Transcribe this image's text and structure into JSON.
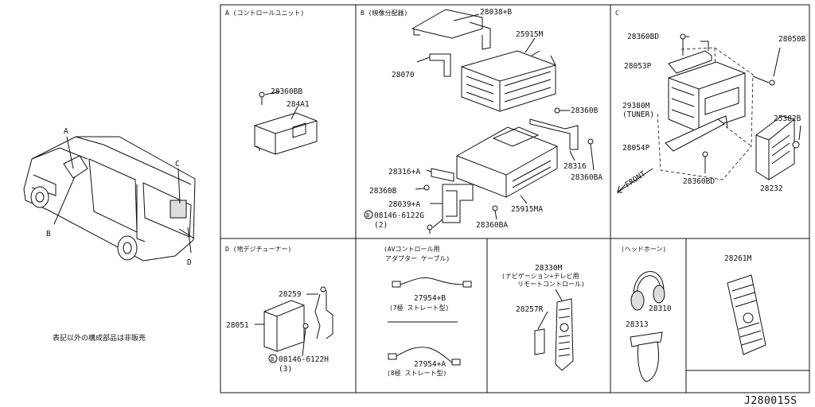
{
  "sections": {
    "a": {
      "header": "A (コントロールユニット)"
    },
    "b": {
      "header": "B (映像分配器)"
    },
    "c": {
      "header": "C"
    },
    "d": {
      "header": "D (地デジチューナー)"
    },
    "e": {
      "header_line1": "(AVコントロール用",
      "header_line2": "アダプター ケーブル)"
    },
    "g": {
      "header": "(ヘッドホーン)"
    }
  },
  "vehicle_callouts": {
    "a": "A",
    "b": "B",
    "c": "C",
    "d": "D"
  },
  "note": "表記以外の構成部品は非販売",
  "parts": {
    "a_28360bb": "28360BB",
    "a_284a1": "284A1",
    "b_28038b": "28038+B",
    "b_25915m": "25915M",
    "b_28070": "28070",
    "b_28360b": "28360B",
    "b_28316a": "28316+A",
    "b_28316": "28316",
    "b_28360ba_r": "28360BA",
    "b_28360b_l": "28360B",
    "b_28039a": "28039+A",
    "b_25915ma": "25915MA",
    "b_bolt": "08146-6122G",
    "b_bolt_qty": "(2)",
    "b_28360ba_b": "28360BA",
    "c_28360bd_t": "28360BD",
    "c_28053p": "28053P",
    "c_29380m": "29380M",
    "c_tuner": "(TUNER)",
    "c_28054p": "28054P",
    "c_28050b": "28050B",
    "c_25382b": "25382B",
    "c_28232": "28232",
    "c_28360bd_b": "28360BD",
    "c_front": "FRONT",
    "d_28259": "28259",
    "d_28051": "28051",
    "d_bolt": "08146-6122H",
    "d_bolt_qty": "(3)",
    "e_27954b": "27954+B",
    "e_27954b_desc": "(7極 ストレート型)",
    "e_27954a": "27954+A",
    "e_27954a_desc": "(8極 ストレート型)",
    "f_28330m": "28330M",
    "f_desc1": "(ナビゲーション+テレビ用",
    "f_desc2": "リモートコントロール)",
    "f_28257r": "28257R",
    "g_28310": "28310",
    "g_28313": "28313",
    "h_28261m": "28261M"
  },
  "bolt_symbol": "B",
  "diagram_ref": "J280015S"
}
